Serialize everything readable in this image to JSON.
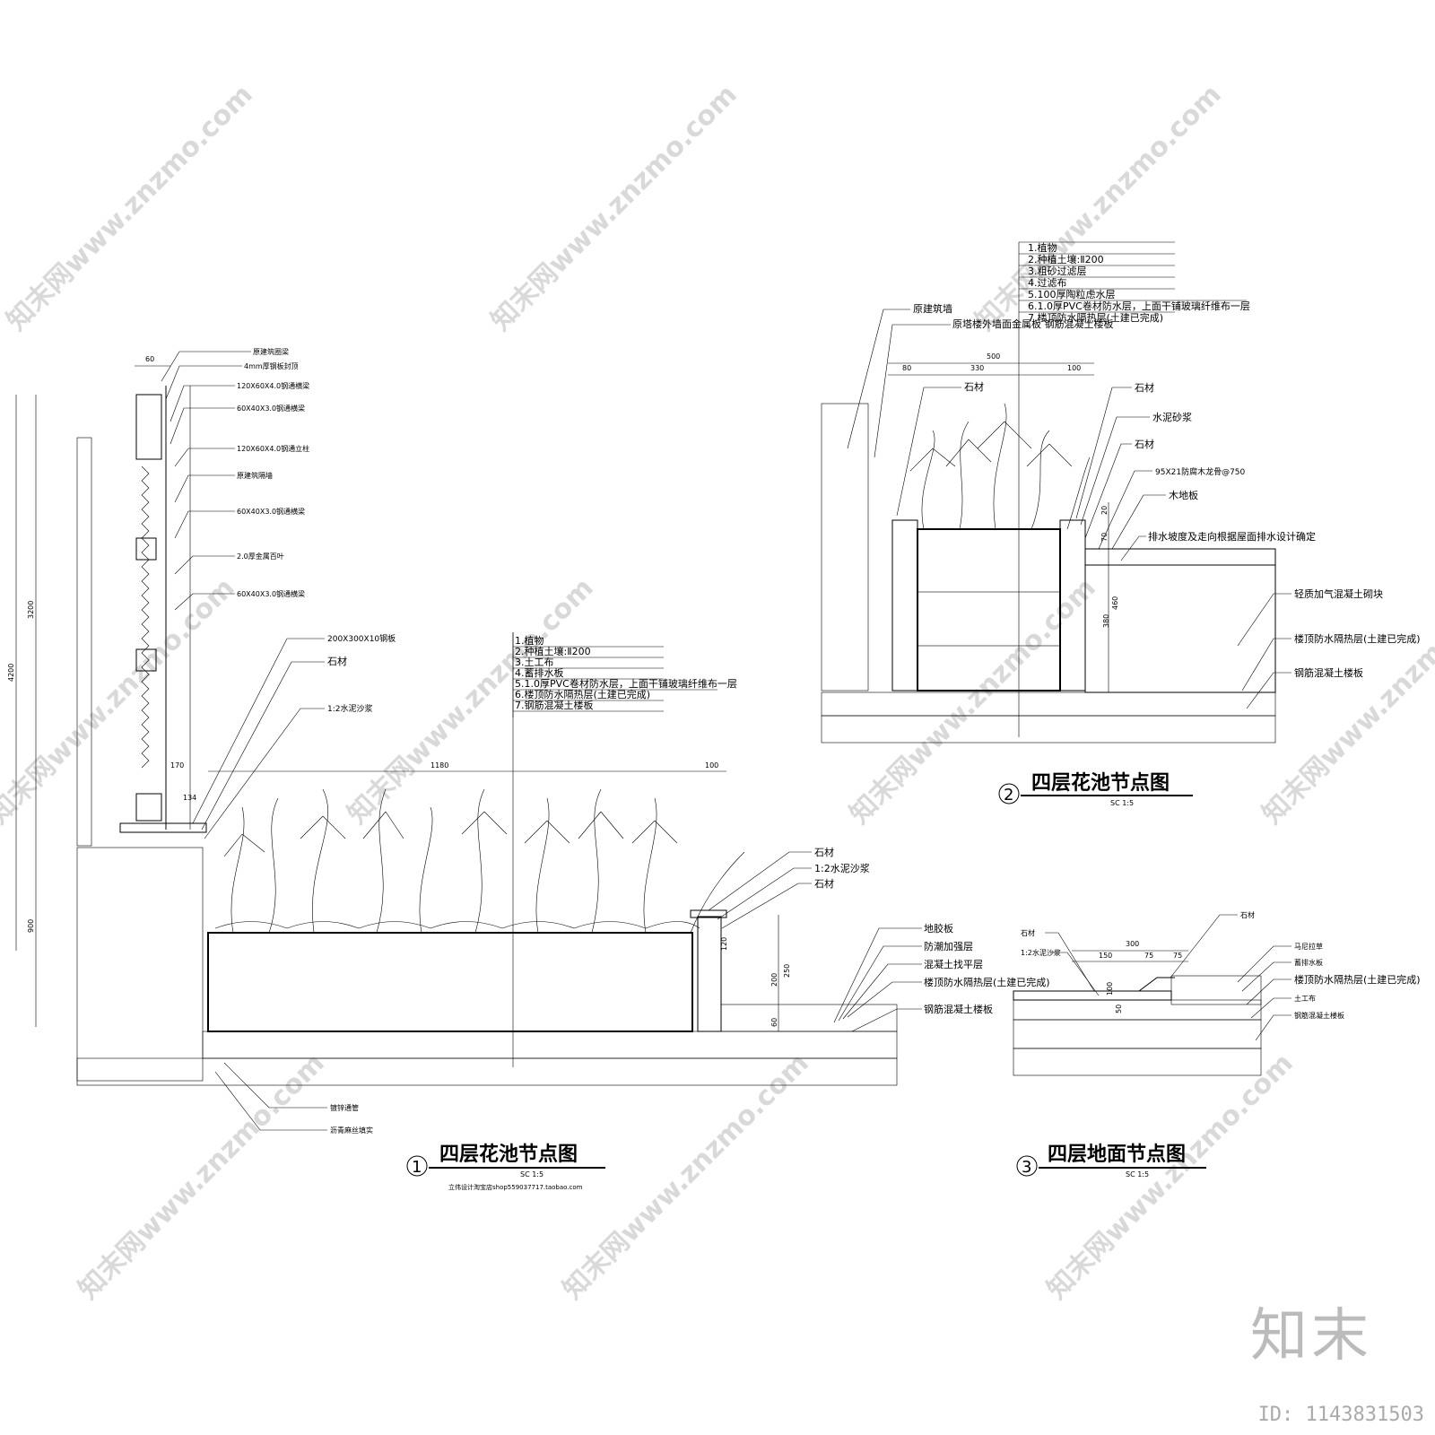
{
  "watermark": {
    "text": "知末网www.znzmo.com",
    "brand_logo": "知末",
    "id_label": "ID: 1143831503"
  },
  "detail1": {
    "title": "四层花池节点图",
    "number": "1",
    "scale": "SC    1:5",
    "shop_note": "立伟设计淘宝店shop559037717.taobao.com",
    "wall_labels": [
      "原建筑圈梁",
      "4mm厚钢板封顶",
      "120X60X4.0钢通横梁",
      "60X40X3.0钢通横梁",
      "120X60X4.0钢通立柱",
      "原建筑隔墙",
      "60X40X3.0钢通横梁",
      "2.0厚金属百叶",
      "60X40X3.0钢通横梁",
      "200X300X10钢板",
      "石材",
      "1:2水泥沙浆"
    ],
    "layers": [
      "1.植物",
      "2.种植土壤:Ⅱ200",
      "3.土工布",
      "4.蓄排水板",
      "5.1.0厚PVC卷材防水层，上面干铺玻璃纤维布一层",
      "6.楼顶防水隔热层(土建已完成)",
      "7.钢筋混凝土楼板"
    ],
    "right_labels": [
      "石材",
      "1:2水泥沙浆",
      "石材"
    ],
    "floor_labels": [
      "地胶板",
      "防潮加强层",
      "混凝土找平层",
      "楼顶防水隔热层(土建已完成)",
      "钢筋混凝土楼板"
    ],
    "bottom_labels": [
      "镀锌通管",
      "沥青麻丝填实"
    ],
    "dims": [
      "60",
      "170",
      "1180",
      "100",
      "134",
      "4200",
      "3200",
      "900",
      "120",
      "200",
      "250",
      "60"
    ]
  },
  "detail2": {
    "title": "四层花池节点图",
    "number": "2",
    "scale": "SC    1:5",
    "layers": [
      "1.植物",
      "2.种植土壤:Ⅱ200",
      "3.粗砂过滤层",
      "4.过滤布",
      "5.100厚陶粒虑水层",
      "6.1.0厚PVC卷材防水层，上面干铺玻璃纤维布一层",
      "7.楼顶防水隔热层(土建已完成)"
    ],
    "left_labels": [
      "原建筑墙",
      "原塔楼外墙面金属板 钢筋混凝土楼板",
      "石材"
    ],
    "right_labels": [
      "石材",
      "水泥砂浆",
      "石材",
      "95X21防腐木龙骨@750",
      "木地板",
      "排水坡度及走向根据屋面排水设计确定",
      "轻质加气混凝土砌块",
      "楼顶防水隔热层(土建已完成)",
      "钢筋混凝土楼板"
    ],
    "dims": [
      "500",
      "80",
      "330",
      "100",
      "20",
      "70",
      "460",
      "380"
    ]
  },
  "detail3": {
    "title": "四层地面节点图",
    "number": "3",
    "scale": "SC    1:5",
    "top_label": "石材",
    "left_labels": [
      "石材",
      "1:2水泥沙浆"
    ],
    "right_labels": [
      "马尼拉草",
      "蓄排水板",
      "楼顶防水隔热层(土建已完成)",
      "土工布",
      "钢筋混凝土楼板"
    ],
    "dims": [
      "300",
      "150",
      "75",
      "75",
      "100",
      "50"
    ]
  }
}
